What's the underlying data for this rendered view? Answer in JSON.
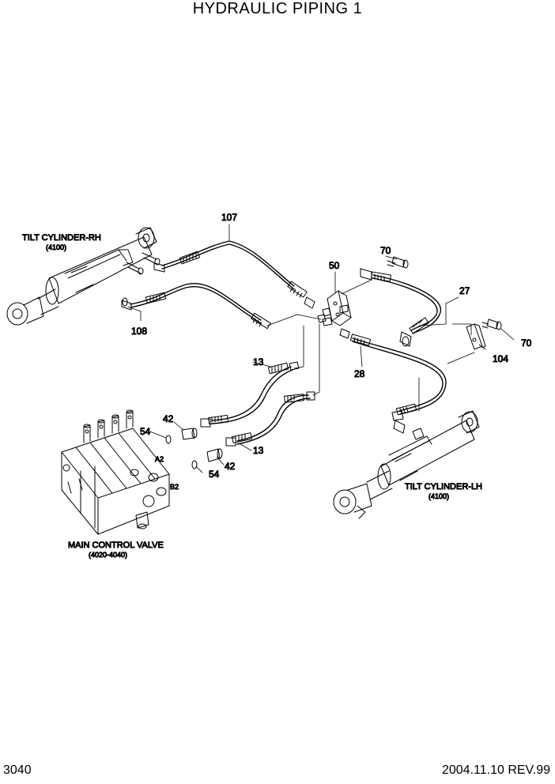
{
  "title": "HYDRAULIC PIPING 1",
  "page_number": "3040",
  "revision": "2004.11.10 REV.99",
  "components": {
    "tilt_cylinder_rh": {
      "name": "TILT CYLINDER-RH",
      "ref": "(4100)"
    },
    "tilt_cylinder_lh": {
      "name": "TILT CYLINDER-LH",
      "ref": "(4100)"
    },
    "main_control_valve": {
      "name": "MAIN CONTROL VALVE",
      "ref": "(4020-4040)"
    }
  },
  "port_labels": {
    "a2": "A2",
    "b2": "B2"
  },
  "callouts": {
    "c107": "107",
    "c108": "108",
    "c50": "50",
    "c70_top": "70",
    "c70_right": "70",
    "c27": "27",
    "c104": "104",
    "c28": "28",
    "c13_top": "13",
    "c13_bottom": "13",
    "c42_top": "42",
    "c42_bottom": "42",
    "c54_top": "54",
    "c54_bottom": "54"
  }
}
